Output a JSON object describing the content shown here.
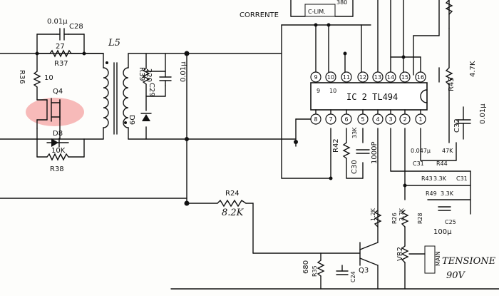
{
  "colors": {
    "ink": "#111111",
    "paper": "#fdfdfb",
    "highlight": "#f4a3a3"
  },
  "labels": {
    "c28": "0.01µ",
    "c28_name": "C28",
    "r37_top": "27",
    "r37": "R37",
    "r36": "R36",
    "r36_val": "10",
    "q4": "Q4",
    "d8": "D8",
    "r38_val": "10K",
    "r38": "R38",
    "l5": "L5",
    "r39": "R39",
    "r39_val": "220",
    "c29": "C29",
    "c29_val": "0.01µ",
    "d9": "D9",
    "corrente": "CORRENTE",
    "c_lim": "C-LIM.",
    "top_fragment": "380",
    "ic_name": "IC 2 TL494",
    "ic_pin9": "9",
    "ic_pin10": "10",
    "r45": "R45",
    "r45_val": "4.7K",
    "c32": "C32",
    "c32_val": "0.01µ",
    "r42": "R42",
    "r42_val": "33K",
    "c30": "C30",
    "c30_val": "1000P",
    "c31_top": "0.047µ",
    "r47_top": "47K",
    "c31_a": "C31",
    "r44": "R44",
    "r43": "R43",
    "r43_val": "3.3K",
    "c31_b": "C31",
    "r49": "R49",
    "r49_val": "3.3K",
    "c25": "C25",
    "c25_val": "100µ",
    "r24": "R24",
    "r24_val": "8.2K",
    "r26_val": "1.2K",
    "r26": "R26",
    "r27_val": "2.7K",
    "r28": "R28",
    "vr2": "VR2",
    "main": "MAIN",
    "tensione": "TENSIONE",
    "v90": "90V",
    "r35_val": "680",
    "r35": "R35",
    "c24": "C24",
    "q3": "Q3"
  },
  "ic_top_pins": [
    "16",
    "15",
    "14",
    "13",
    "12",
    "11",
    "10",
    "9"
  ],
  "ic_bottom_pins": [
    "8",
    "7",
    "6",
    "5",
    "4",
    "3",
    "2",
    "1"
  ]
}
